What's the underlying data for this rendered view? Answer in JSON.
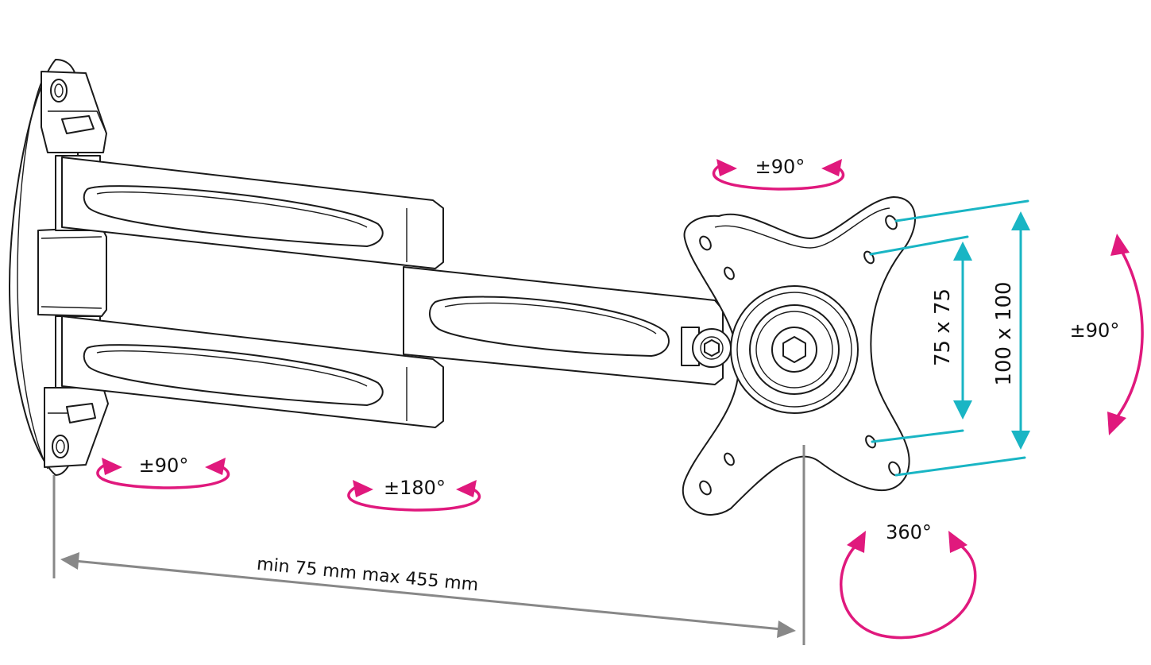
{
  "labels": {
    "rotation_top": "±90°",
    "rotation_wall": "±90°",
    "rotation_joint": "±180°",
    "rotation_tilt": "±90°",
    "rotation_plate": "360°",
    "vesa_small": "75 x 75",
    "vesa_large": "100 x 100",
    "reach": "min 75 mm max 455 mm"
  },
  "colors": {
    "rotation_arrow": "#e0197d",
    "vesa_dimension": "#19b5c4",
    "reach_dimension": "#888888",
    "line_art": "#1a1a1a"
  }
}
